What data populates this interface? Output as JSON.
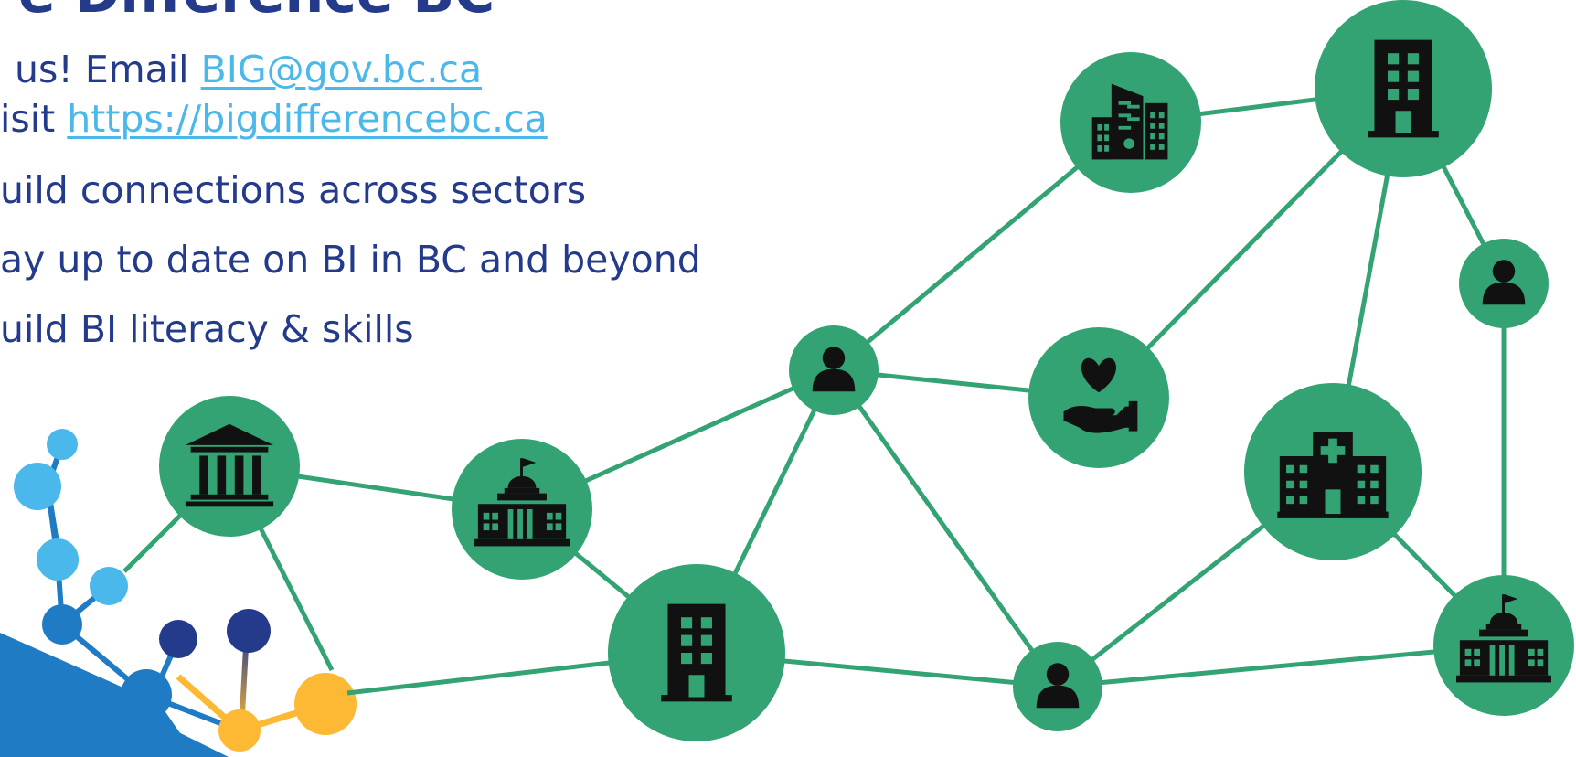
{
  "colors": {
    "node": "#33a374",
    "edge": "#33a374",
    "icon": "#111111",
    "text": "#243a8a",
    "link": "#4ab8ea",
    "molecule_light_blue": "#4ab8ea",
    "molecule_mid_blue": "#1e7bc4",
    "molecule_dark_blue": "#243a8a",
    "molecule_yellow": "#fdb933"
  },
  "heading_fragment": "e Difference BC",
  "contact": {
    "line1_prefix": "us! Email ",
    "email": "BIG@gov.bc.ca",
    "line2_prefix": "isit ",
    "url": "https://bigdifferencebc.ca"
  },
  "bullets": [
    "uild connections across sectors",
    "ay up to date on BI in BC and beyond",
    "uild BI literacy & skills"
  ],
  "network": {
    "nodes": [
      {
        "id": "office-tall",
        "icon": "office-building-icon"
      },
      {
        "id": "city-buildings",
        "icon": "city-buildings-icon"
      },
      {
        "id": "person-right",
        "icon": "person-icon"
      },
      {
        "id": "person-center",
        "icon": "person-icon"
      },
      {
        "id": "charity",
        "icon": "heart-in-hand-icon"
      },
      {
        "id": "hospital",
        "icon": "hospital-icon"
      },
      {
        "id": "museum",
        "icon": "museum-icon"
      },
      {
        "id": "legislature-left",
        "icon": "legislature-icon"
      },
      {
        "id": "office-bottom",
        "icon": "office-building-icon"
      },
      {
        "id": "person-bottom",
        "icon": "person-icon"
      },
      {
        "id": "legislature-right",
        "icon": "legislature-icon"
      }
    ]
  },
  "molecule_logo": {
    "icon": "molecule-logo"
  }
}
